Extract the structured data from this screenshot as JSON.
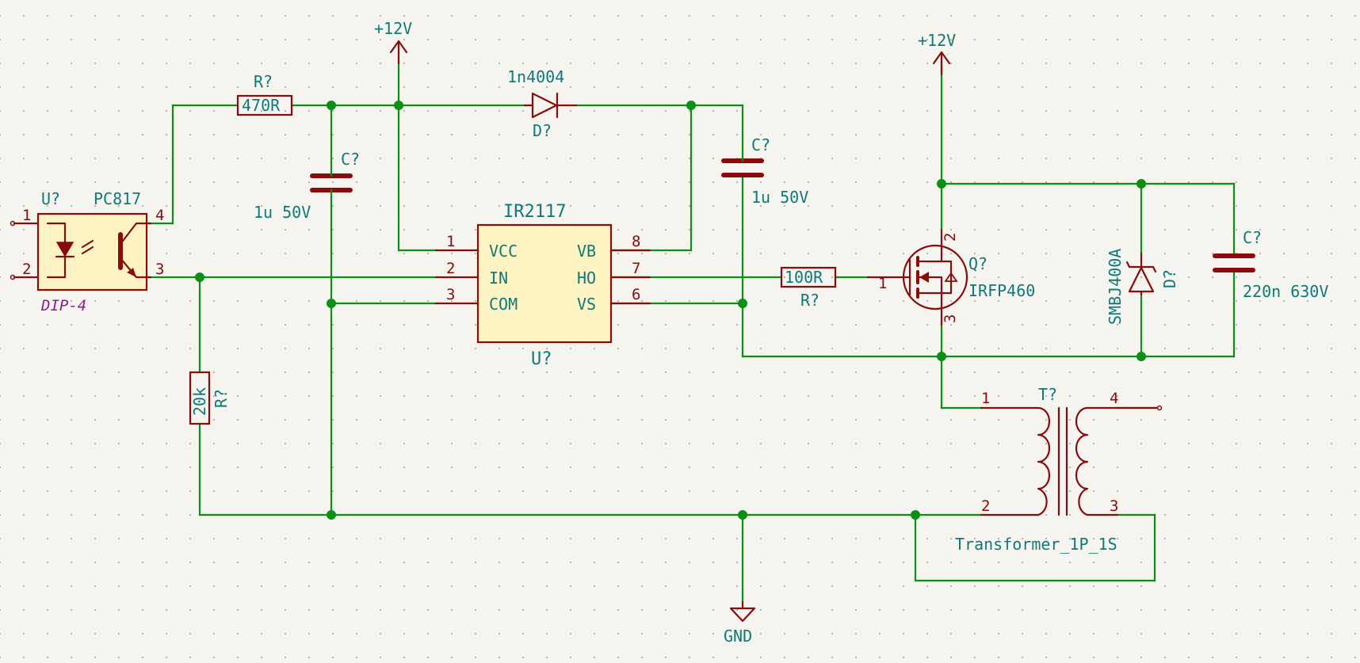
{
  "power": {
    "vcc_left": "+12V",
    "vcc_right": "+12V",
    "gnd": "GND"
  },
  "optocoupler": {
    "ref": "U?",
    "value": "PC817",
    "footprint": "DIP-4",
    "pins": [
      "1",
      "2",
      "3",
      "4"
    ]
  },
  "r_470": {
    "ref": "R?",
    "value": "470R"
  },
  "r_20k": {
    "ref": "R?",
    "value": "20k"
  },
  "r_100": {
    "ref": "R?",
    "value": "100R"
  },
  "c_left": {
    "ref": "C?",
    "value": "1u 50V"
  },
  "c_right": {
    "ref": "C?",
    "value": "1u 50V"
  },
  "c_snub": {
    "ref": "C?",
    "value": "220n 630V"
  },
  "diode": {
    "ref": "D?",
    "value": "1n4004"
  },
  "tvs": {
    "ref": "D?",
    "value": "SMBJ400A"
  },
  "driver": {
    "ref": "U?",
    "value": "IR2117",
    "pin_names": [
      "VCC",
      "IN",
      "COM",
      "VB",
      "HO",
      "VS"
    ],
    "pin_numbers": [
      "1",
      "2",
      "3",
      "8",
      "7",
      "6"
    ]
  },
  "mosfet": {
    "ref": "Q?",
    "value": "IRFP460",
    "pins": [
      "1",
      "2",
      "3"
    ]
  },
  "transformer": {
    "ref": "T?",
    "value": "Transformer_1P_1S",
    "pins": [
      "1",
      "2",
      "3",
      "4"
    ]
  }
}
